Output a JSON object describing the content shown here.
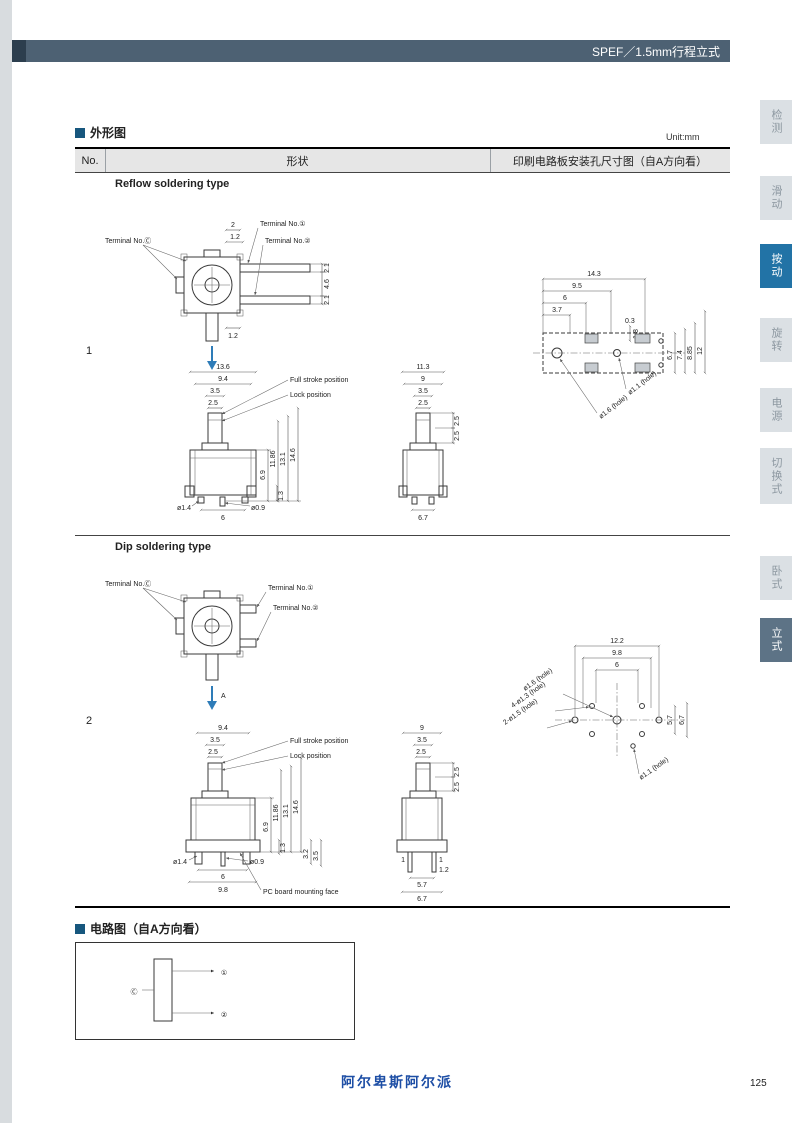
{
  "page": {
    "header_title": "SPEF／1.5mm行程立式",
    "footer_brand": "阿尔卑斯阿尔派",
    "page_number": "125"
  },
  "tabs": [
    "检测",
    "滑动",
    "按动",
    "旋转",
    "电源",
    "切换式",
    "卧式",
    "立式"
  ],
  "outline": {
    "title": "外形图",
    "unit": "Unit:mm",
    "col_no": "No.",
    "col_shape": "形状",
    "col_pcb": "印刷电路板安装孔尺寸图（自A方向看）",
    "row1": {
      "no": "1",
      "type_label": "Reflow soldering type",
      "top": {
        "terminal_c": "Terminal No.Ⓒ",
        "terminal_1": "Terminal No.①",
        "terminal_2": "Terminal No.②",
        "d2": "2",
        "d12a": "1.2",
        "d21a": "2.1",
        "d46": "4.6",
        "d21b": "2.1",
        "d12b": "1.2"
      },
      "front": {
        "d136": "13.6",
        "d94": "9.4",
        "d35": "3.5",
        "d25": "2.5",
        "full_stroke": "Full stroke position",
        "lock": "Lock position",
        "d69": "6.9",
        "d1186": "11.86",
        "d131": "13.1",
        "d146": "14.6",
        "dphi14": "ø1.4",
        "d6": "6",
        "dphi09": "ø0.9",
        "d13": "1.3"
      },
      "side": {
        "d113": "11.3",
        "d9": "9",
        "d35": "3.5",
        "d25": "2.5",
        "d25a": "2.5",
        "d25b": "2.5",
        "d67": "6.7"
      },
      "pcb": {
        "d143": "14.3",
        "d95": "9.5",
        "d6": "6",
        "d37": "3.7",
        "d03": "0.3",
        "d18": "1.8",
        "d67": "6.7",
        "d74": "7.4",
        "d885": "8.85",
        "d12": "12",
        "h11": "ø1.1 (hole)",
        "h16": "ø1.6 (hole)"
      }
    },
    "row2": {
      "no": "2",
      "type_label": "Dip soldering type",
      "top": {
        "terminal_c": "Terminal No.Ⓒ",
        "terminal_1": "Terminal No.①",
        "terminal_2": "Terminal No.②",
        "direction": "A"
      },
      "front": {
        "d94": "9.4",
        "d35": "3.5",
        "d25": "2.5",
        "full_stroke": "Full stroke position",
        "lock": "Lock position",
        "d69": "6.9",
        "d1186": "11.86",
        "d131": "13.1",
        "d146": "14.6",
        "d32": "3.2",
        "d35b": "3.5",
        "dphi14": "ø1.4",
        "d6": "6",
        "d98": "9.8",
        "dphi09": "ø0.9",
        "d13": "1.3",
        "pc_board": "PC board mounting face"
      },
      "side": {
        "d9": "9",
        "d35": "3.5",
        "d25": "2.5",
        "d25a": "2.5",
        "d25b": "2.5",
        "d1a": "1",
        "d1b": "1",
        "d12": "1.2",
        "d57": "5.7",
        "d67": "6.7"
      },
      "pcb": {
        "d122": "12.2",
        "d98": "9.8",
        "d6": "6",
        "h16": "ø1.6 (hole)",
        "h413": "4-ø1.3 (hole)",
        "h215": "2-ø1.5 (hole)",
        "d57": "5.7",
        "d67": "6.7",
        "h11": "ø1.1 (hole)"
      }
    }
  },
  "circuit": {
    "title": "电路图（自A方向看）",
    "t1": "①",
    "t2": "②",
    "tc": "Ⓒ"
  }
}
